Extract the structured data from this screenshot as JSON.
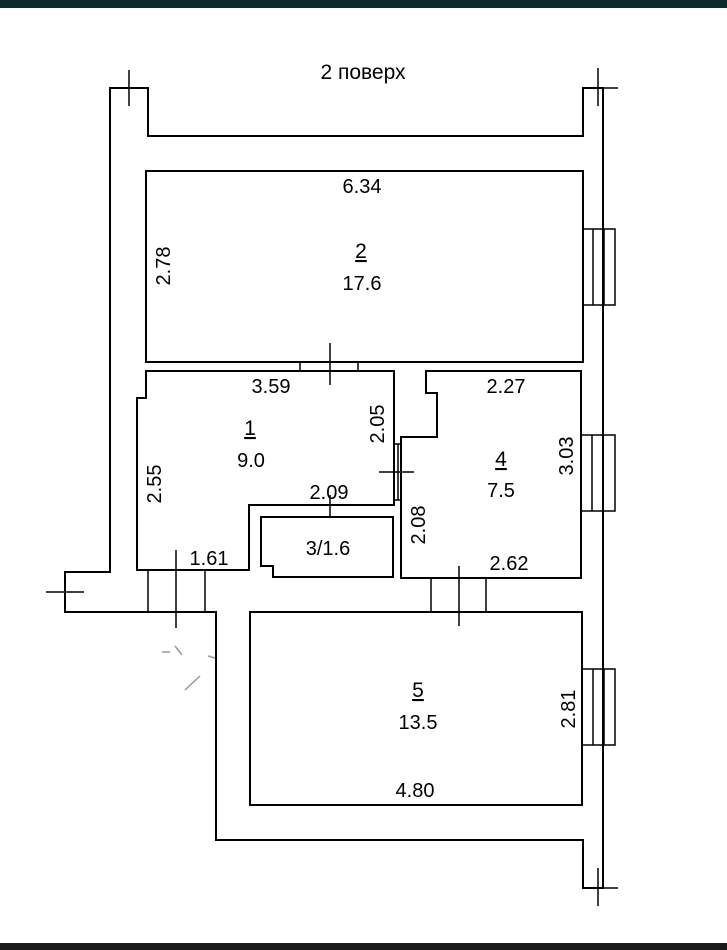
{
  "title": "2 поверх",
  "rooms": [
    {
      "number": "2",
      "area": "17.6"
    },
    {
      "number": "1",
      "area": "9.0"
    },
    {
      "number": "4",
      "area": "7.5"
    },
    {
      "number": "5",
      "area": "13.5"
    }
  ],
  "closet": "3/1.6",
  "dimensions": {
    "r2_width": "6.34",
    "r2_height": "2.78",
    "r1_top": "3.59",
    "r1_right": "2.05",
    "r1_left": "2.55",
    "r1_mid": "2.09",
    "r1_bottom": "1.61",
    "r4_top": "2.27",
    "r4_right": "3.03",
    "r4_left": "2.08",
    "r4_bottom": "2.62",
    "r5_right": "2.81",
    "r5_bottom": "4.80"
  },
  "colors": {
    "top_bar": "#0d2a2e",
    "line": "#000000"
  }
}
